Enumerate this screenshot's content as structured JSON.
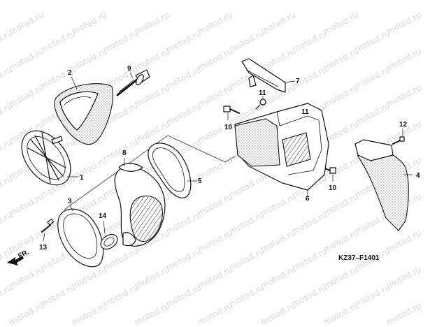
{
  "diagram_code": "KZ37–F1401",
  "direction_marker": "FR.",
  "watermark_text": "motod.ru",
  "parts": {
    "air_filter_holder": "1",
    "air_filter_element": "2",
    "gasket_a": "3",
    "rear_fender_plate": "4",
    "gasket_b": "5",
    "air_box": "6",
    "air_box_cover": "7",
    "intake_tube": "8",
    "wing_bolt": "9",
    "flange_bolt_left": "10",
    "flange_bolt_right": "10",
    "nut_upper": "11",
    "nut_right": "11",
    "screw_fender": "12",
    "screw_gasket": "13",
    "band": "14"
  }
}
